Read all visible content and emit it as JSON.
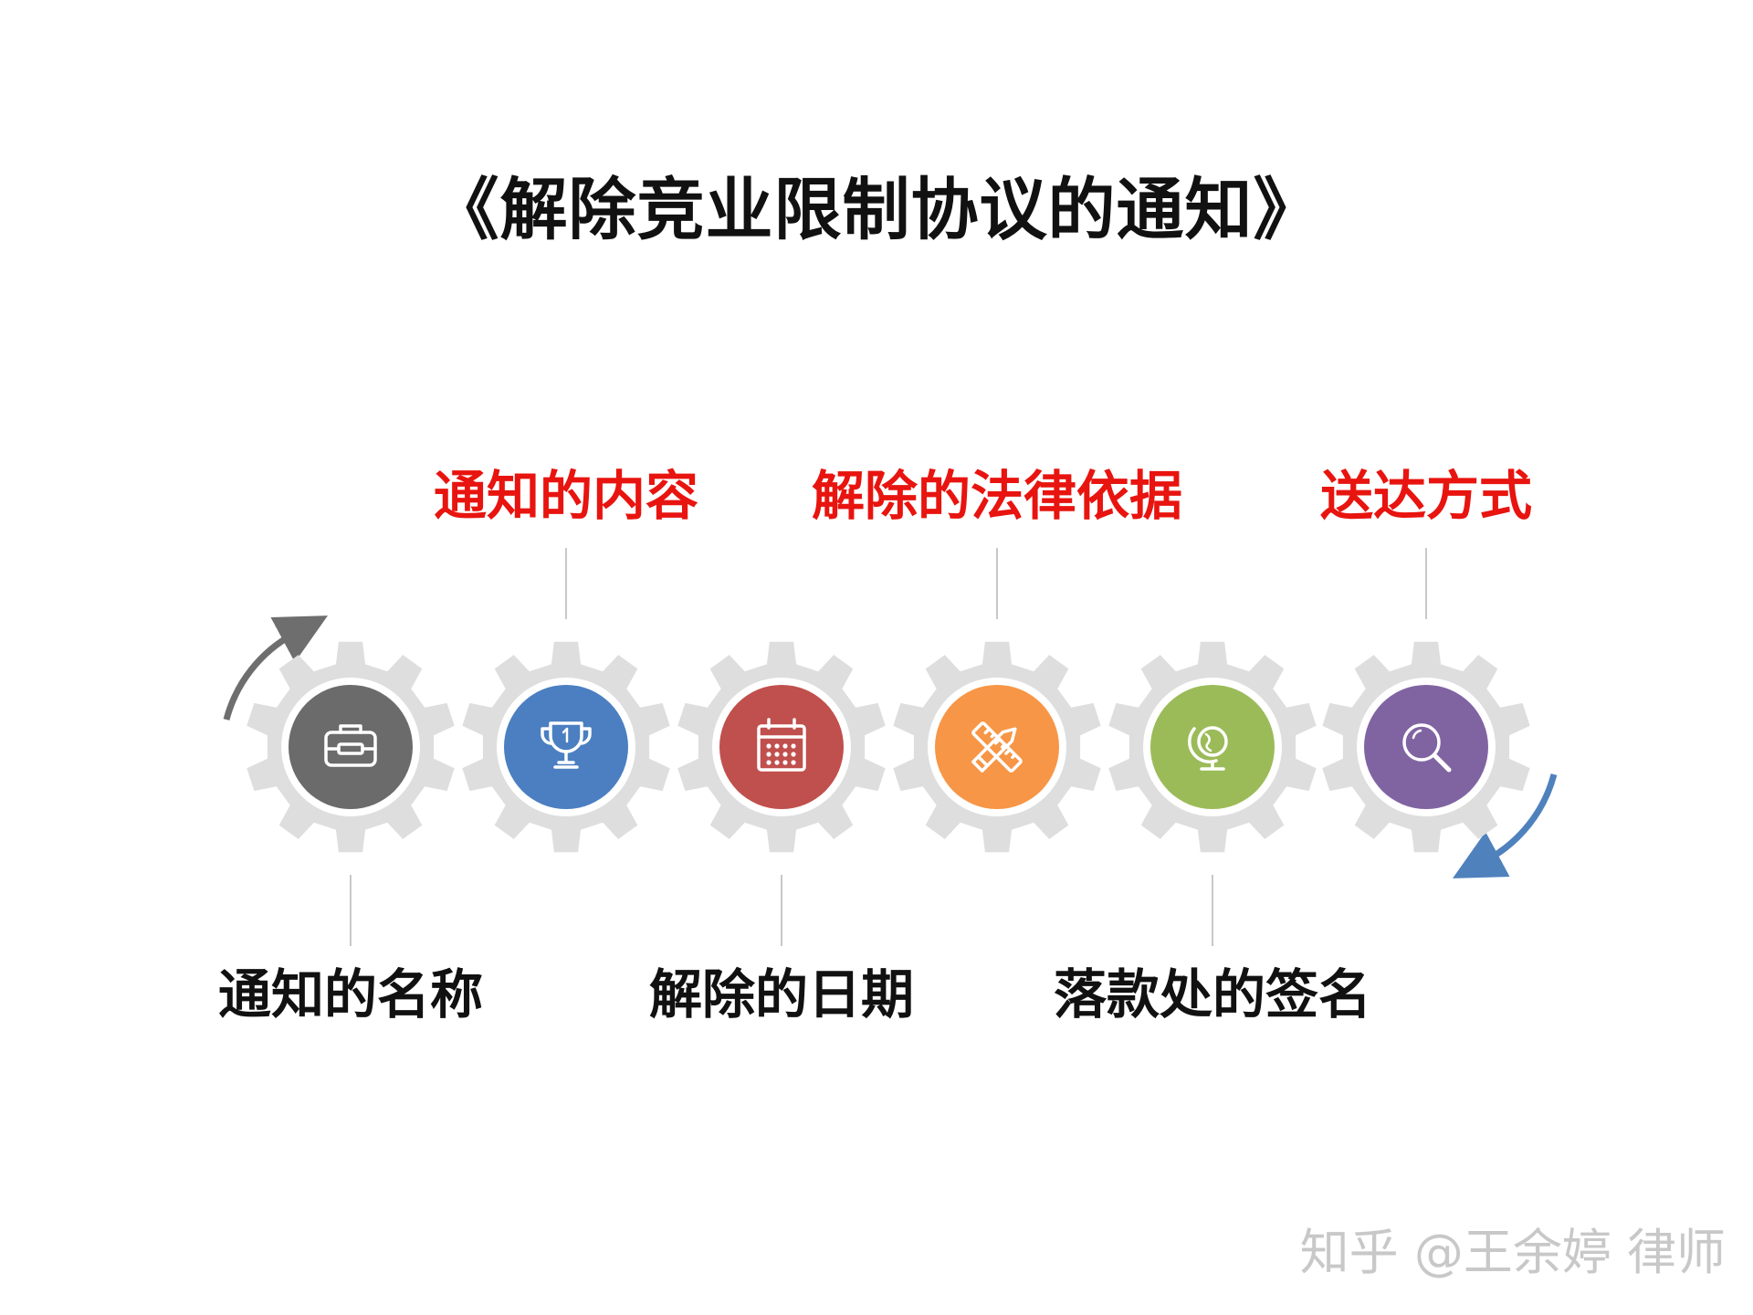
{
  "title": "《解除竞业限制协议的通知》",
  "steps": [
    {
      "label": "通知的名称",
      "position": "bottom",
      "color": "#6b6b6b",
      "icon": "briefcase-icon"
    },
    {
      "label": "通知的内容",
      "position": "top",
      "color": "#4b7fc1",
      "icon": "trophy-icon"
    },
    {
      "label": "解除的日期",
      "position": "bottom",
      "color": "#c0504d",
      "icon": "calendar-icon"
    },
    {
      "label": "解除的法律依据",
      "position": "top",
      "color": "#f79646",
      "icon": "pencil-ruler-icon"
    },
    {
      "label": "落款处的签名",
      "position": "bottom",
      "color": "#9bbb59",
      "icon": "globe-icon"
    },
    {
      "label": "送达方式",
      "position": "top",
      "color": "#8064a2",
      "icon": "magnifier-icon"
    }
  ],
  "colors": {
    "top_label": "#e8140f",
    "bottom_label": "#111111",
    "gear": "#dedede",
    "left_arrow": "#6e6e6e",
    "right_arrow": "#4f81bd"
  },
  "watermark": "知乎 @王余婷 律师"
}
